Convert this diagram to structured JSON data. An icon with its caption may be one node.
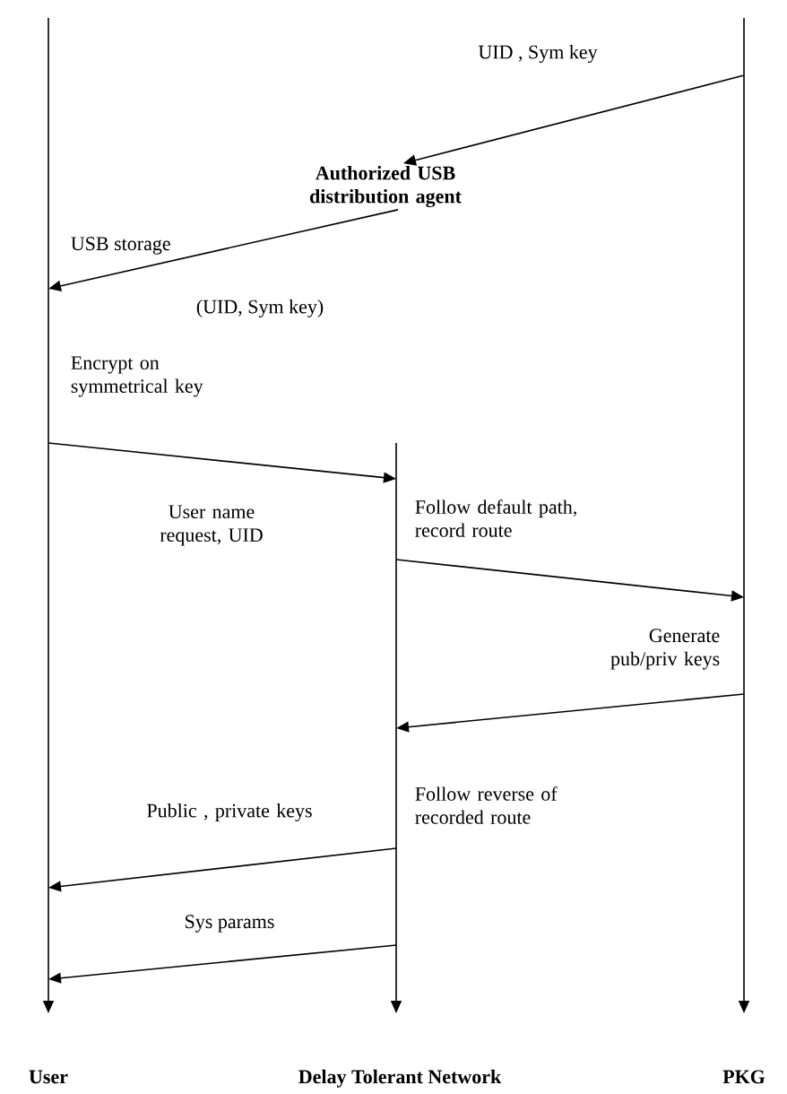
{
  "diagram": {
    "nodes": [
      {
        "text": [],
        "shape": "line",
        "beside": [
          "User",
          "Encrypt on symmetrical key"
        ]
      },
      {
        "text": [],
        "shape": "line",
        "beside": [
          "Delay Tolerant Network",
          "Follow reverse of recorded route"
        ]
      },
      {
        "text": [],
        "shape": "line",
        "beside": [
          "PKG",
          "Generate pub/priv keys"
        ]
      },
      {
        "text": [
          "Authorized USB distribution agent"
        ]
      }
    ],
    "edges": [
      {
        "from": 2,
        "to": 3,
        "arrow": "to",
        "label": "UID , Sym key"
      },
      {
        "from": 3,
        "to": 0,
        "arrow": "to",
        "label": "USB storage"
      },
      {
        "from": 0,
        "to": 1,
        "arrow": "to",
        "label": "User name request, UID"
      },
      {
        "from": 1,
        "to": 2,
        "arrow": "to",
        "label": "Follow default path, record route"
      },
      {
        "from": 2,
        "to": 1,
        "arrow": "to"
      },
      {
        "from": 1,
        "to": 0,
        "arrow": "to",
        "label": "Public , private keys"
      },
      {
        "from": 1,
        "to": 0,
        "arrow": "to",
        "label": "Sys params"
      }
    ],
    "labels": [
      "(UID, Sym key)"
    ]
  }
}
